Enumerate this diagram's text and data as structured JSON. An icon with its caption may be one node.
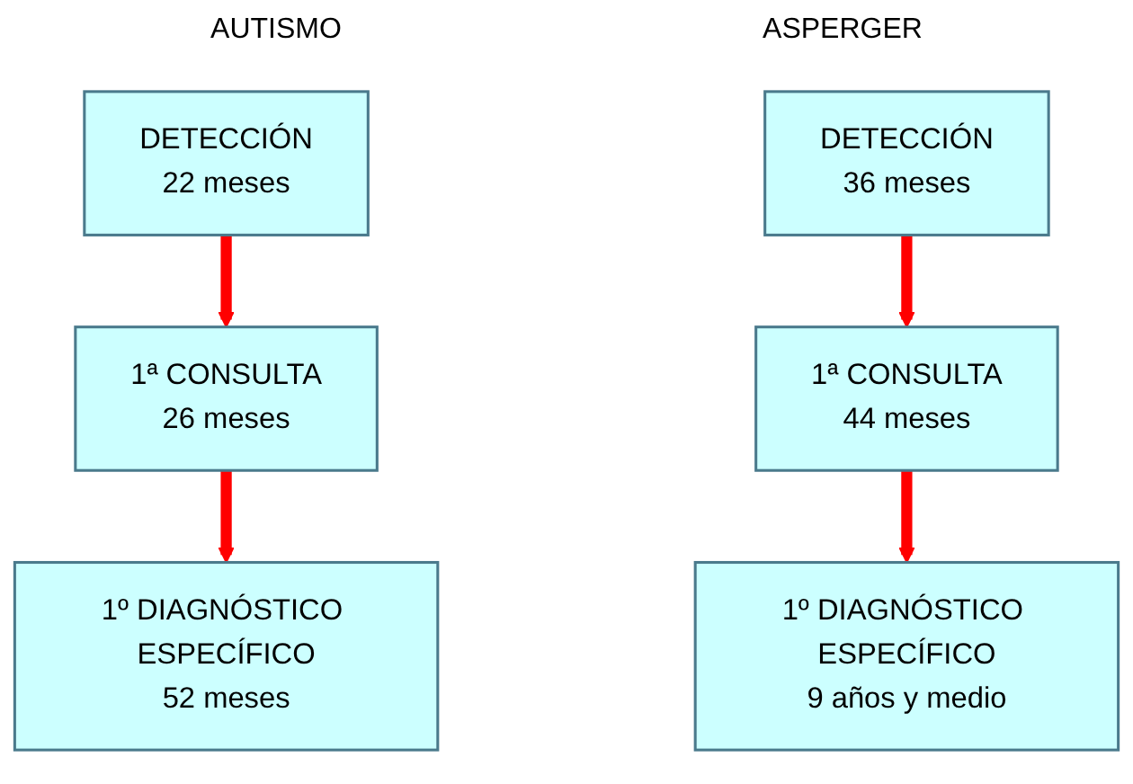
{
  "diagram": {
    "nodes": [
      {
        "text": [
          "DETECCIÓN",
          "22 meses"
        ]
      },
      {
        "text": [
          "1ª CONSULTA",
          "26 meses"
        ]
      },
      {
        "text": [
          "1º DIAGNÓSTICO ESPECÍFICO",
          "52 meses"
        ]
      },
      {
        "text": [
          "DETECCIÓN",
          "36 meses"
        ]
      },
      {
        "text": [
          "1ª CONSULTA",
          "44 meses"
        ]
      },
      {
        "text": [
          "1º DIAGNÓSTICO ESPECÍFICO",
          "9 años y medio"
        ]
      }
    ],
    "edges": [
      {
        "from": 0,
        "to": 1,
        "arrow": "to"
      },
      {
        "from": 1,
        "to": 2,
        "arrow": "to"
      },
      {
        "from": 3,
        "to": 4,
        "arrow": "to"
      },
      {
        "from": 4,
        "to": 5,
        "arrow": "to"
      }
    ],
    "labels": [
      "AUTISMO",
      "ASPERGER"
    ]
  }
}
